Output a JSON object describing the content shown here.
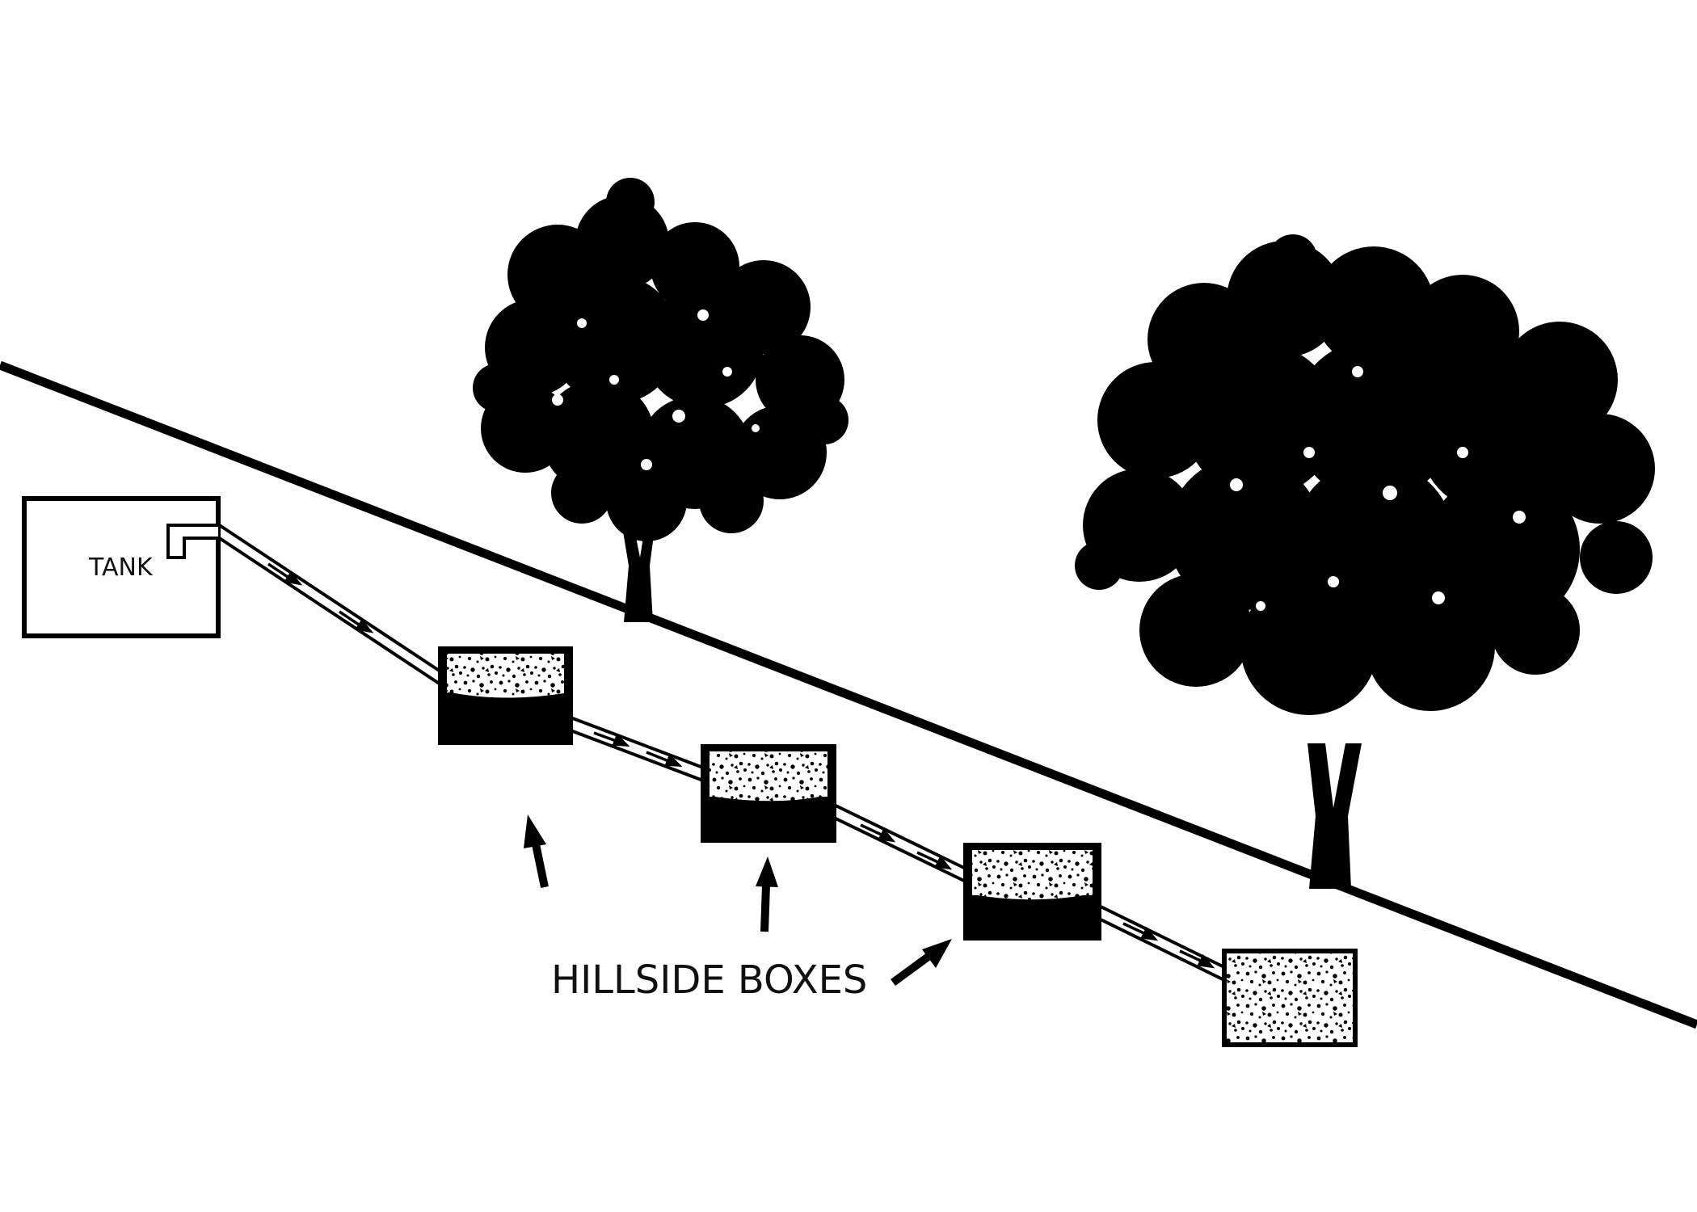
{
  "labels": {
    "tank": "TANK",
    "hillside_boxes": "HILLSIDE BOXES"
  },
  "colors": {
    "ink": "#000000",
    "paper": "#ffffff"
  },
  "icons": {
    "tree": "tree-silhouette-icon",
    "arrow": "arrow-icon",
    "gravel": "gravel-texture"
  }
}
